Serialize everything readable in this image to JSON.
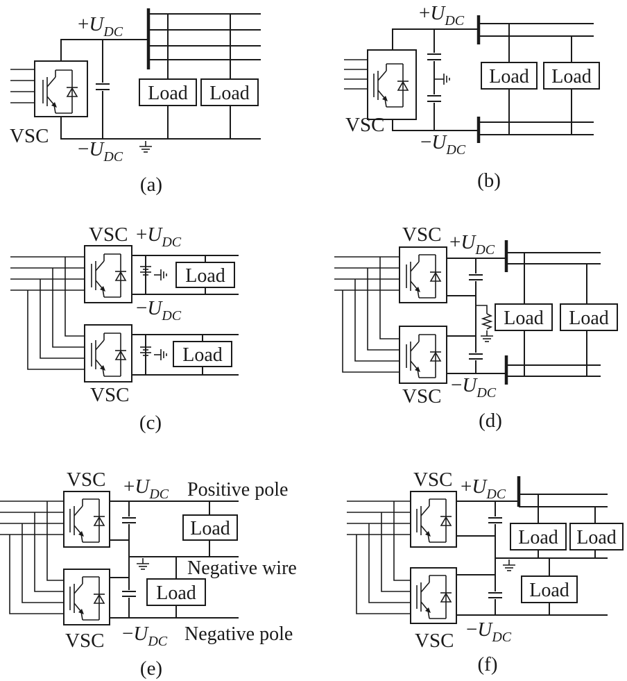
{
  "labels": {
    "vsc": "VSC",
    "load": "Load",
    "udc_sign_pos": "+",
    "udc_sign_neg": "−",
    "udc_main": "U",
    "udc_sub": "DC",
    "positive_pole": "Positive pole",
    "negative_wire": "Negative wire",
    "negative_pole": "Negative pole"
  },
  "captions": [
    "(a)",
    "(b)",
    "(c)",
    "(d)",
    "(e)",
    "(f)"
  ]
}
